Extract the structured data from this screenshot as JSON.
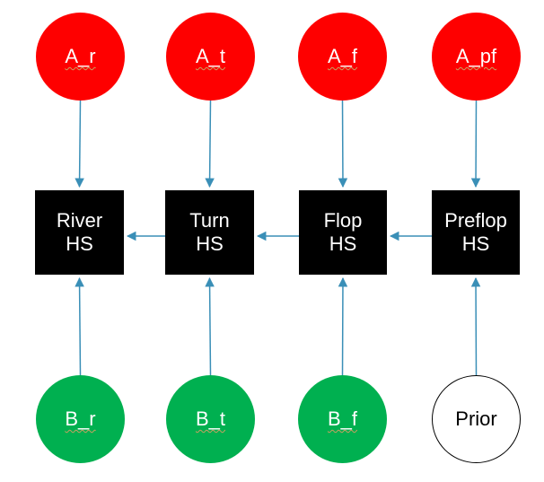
{
  "colors": {
    "top_row": "#fe0000",
    "bottom_row": "#00b050",
    "hs_box": "#000000",
    "prior_fill": "#ffffff",
    "edge": "#3a8fb7"
  },
  "top_nodes": [
    {
      "id": "a_r",
      "label": "A_r"
    },
    {
      "id": "a_t",
      "label": "A_t"
    },
    {
      "id": "a_f",
      "label": "A_f"
    },
    {
      "id": "a_pf",
      "label": "A_pf"
    }
  ],
  "hs_nodes": [
    {
      "id": "river_hs",
      "label": "River\nHS"
    },
    {
      "id": "turn_hs",
      "label": "Turn\nHS"
    },
    {
      "id": "flop_hs",
      "label": "Flop\nHS"
    },
    {
      "id": "preflop_hs",
      "label": "Preflop\nHS"
    }
  ],
  "bottom_nodes": [
    {
      "id": "b_r",
      "label": "B_r"
    },
    {
      "id": "b_t",
      "label": "B_t"
    },
    {
      "id": "b_f",
      "label": "B_f"
    },
    {
      "id": "prior",
      "label": "Prior"
    }
  ],
  "edges": [
    {
      "from": "a_r",
      "to": "river_hs"
    },
    {
      "from": "a_t",
      "to": "turn_hs"
    },
    {
      "from": "a_f",
      "to": "flop_hs"
    },
    {
      "from": "a_pf",
      "to": "preflop_hs"
    },
    {
      "from": "b_r",
      "to": "river_hs"
    },
    {
      "from": "b_t",
      "to": "turn_hs"
    },
    {
      "from": "b_f",
      "to": "flop_hs"
    },
    {
      "from": "prior",
      "to": "preflop_hs"
    },
    {
      "from": "turn_hs",
      "to": "river_hs"
    },
    {
      "from": "flop_hs",
      "to": "turn_hs"
    },
    {
      "from": "preflop_hs",
      "to": "flop_hs"
    }
  ]
}
